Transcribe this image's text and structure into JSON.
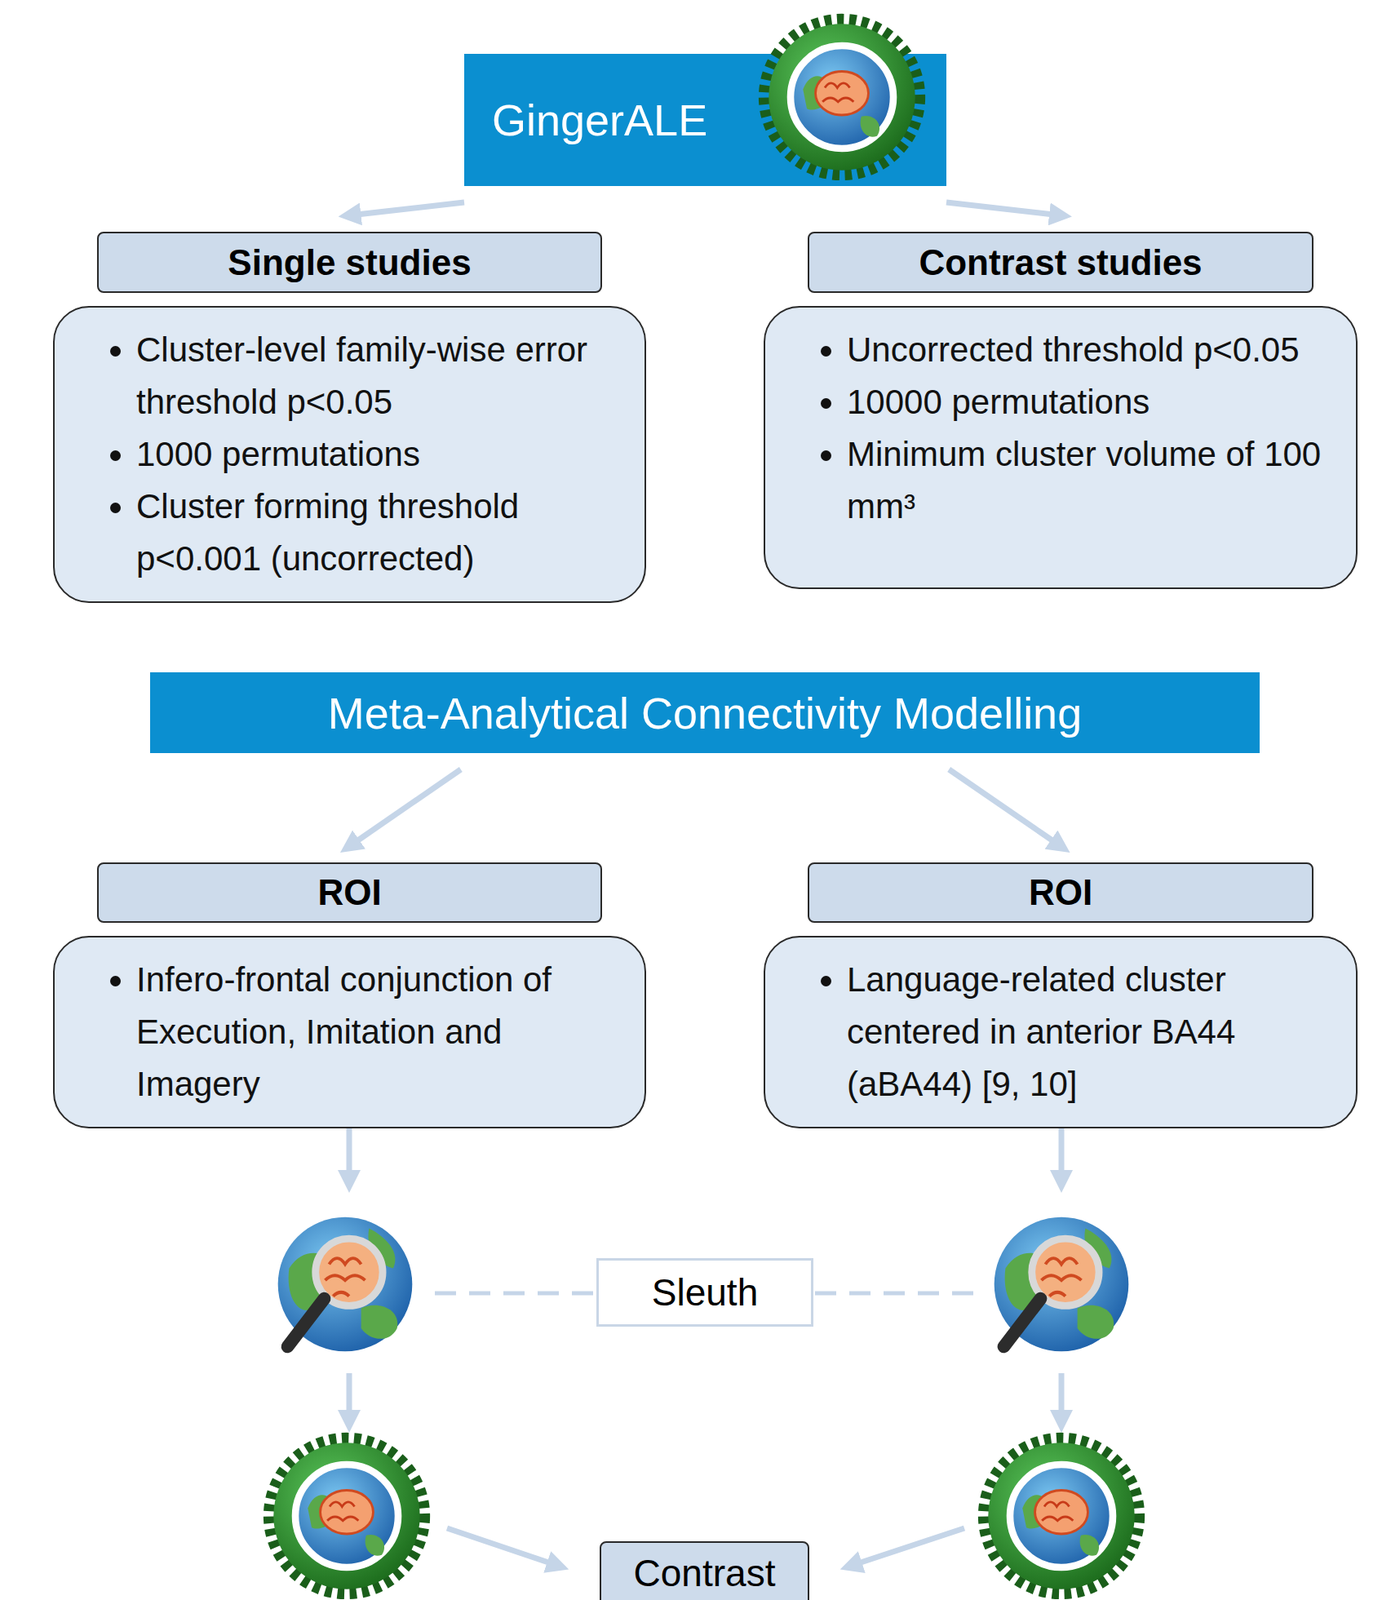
{
  "diagram": {
    "nodes": [
      {
        "text": [
          "GingerALE"
        ]
      },
      {
        "text": [
          "Single studies"
        ]
      },
      {
        "text": [
          "Cluster-level family-wise error threshold p<0.05",
          "1000 permutations",
          "Cluster forming threshold p<0.001 (uncorrected)"
        ]
      },
      {
        "text": [
          "Contrast studies"
        ]
      },
      {
        "text": [
          "Uncorrected threshold p<0.05",
          "10000 permutations",
          "Minimum cluster volume of 100 mm³"
        ]
      },
      {
        "text": [
          "Meta-Analytical Connectivity Modelling"
        ]
      },
      {
        "text": [
          "ROI"
        ]
      },
      {
        "text": [
          "Infero-frontal conjunction of Execution, Imitation and Imagery"
        ]
      },
      {
        "text": [
          "ROI"
        ]
      },
      {
        "text": [
          "Language-related cluster centered in anterior BA44 (aBA44) [9, 10]"
        ]
      },
      {
        "text": [
          "Sleuth"
        ]
      },
      {
        "text": [
          "Contrast"
        ]
      }
    ],
    "edges": [
      {
        "from": 0,
        "to": 1,
        "arrow": "to"
      },
      {
        "from": 0,
        "to": 3,
        "arrow": "to"
      },
      {
        "from": 5,
        "to": 6,
        "arrow": "to"
      },
      {
        "from": 5,
        "to": 8,
        "arrow": "to"
      }
    ]
  }
}
